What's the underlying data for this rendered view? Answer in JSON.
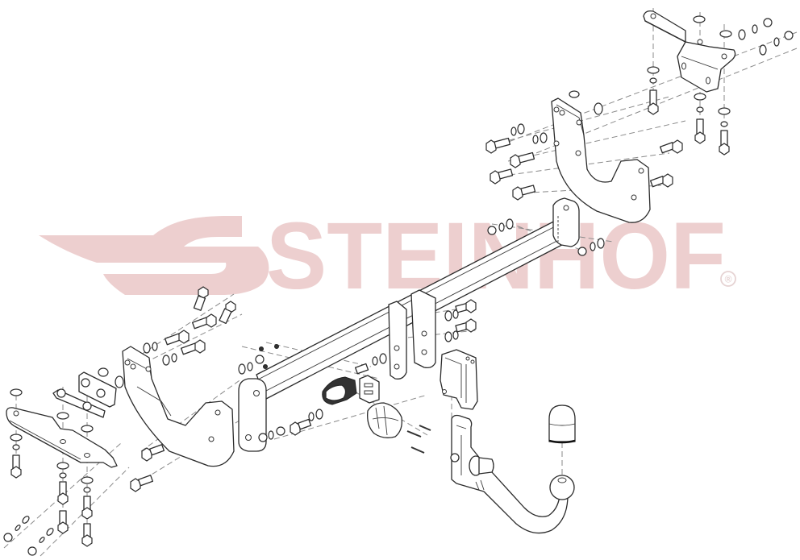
{
  "diagram": {
    "type": "exploded-parts-diagram",
    "subject": "detachable tow bar / towing hitch assembly",
    "watermark": {
      "text": "STEINHOF",
      "registered_mark": "®",
      "color": "#EDCFCF"
    },
    "line_color": "#2b2b2b",
    "dash_color": "#8a8a8a",
    "background": "#ffffff",
    "parts": [
      {
        "id": "main-crossbar",
        "label": "Main cross beam (square tube)"
      },
      {
        "id": "left-side-bracket",
        "label": "Left side mounting bracket"
      },
      {
        "id": "right-side-bracket",
        "label": "Right side mounting bracket"
      },
      {
        "id": "left-lower-strap",
        "label": "Left lower mounting strap"
      },
      {
        "id": "right-upper-strap",
        "label": "Right upper mounting strap"
      },
      {
        "id": "left-clamp-plates",
        "label": "Left clamping plates with nuts"
      },
      {
        "id": "center-ribs",
        "label": "Central reinforcement ribs"
      },
      {
        "id": "receiver-socket",
        "label": "Ball neck receiver socket"
      },
      {
        "id": "detachable-ball-neck",
        "label": "Detachable ball neck with locking knob"
      },
      {
        "id": "ball-cap",
        "label": "Tow ball protective cap"
      },
      {
        "id": "electrical-socket",
        "label": "Electrical socket (round connector)"
      },
      {
        "id": "socket-bracket",
        "label": "Electrical socket bracket"
      },
      {
        "id": "fasteners",
        "label": "Bolts, nuts, washers and spring washers"
      }
    ]
  }
}
